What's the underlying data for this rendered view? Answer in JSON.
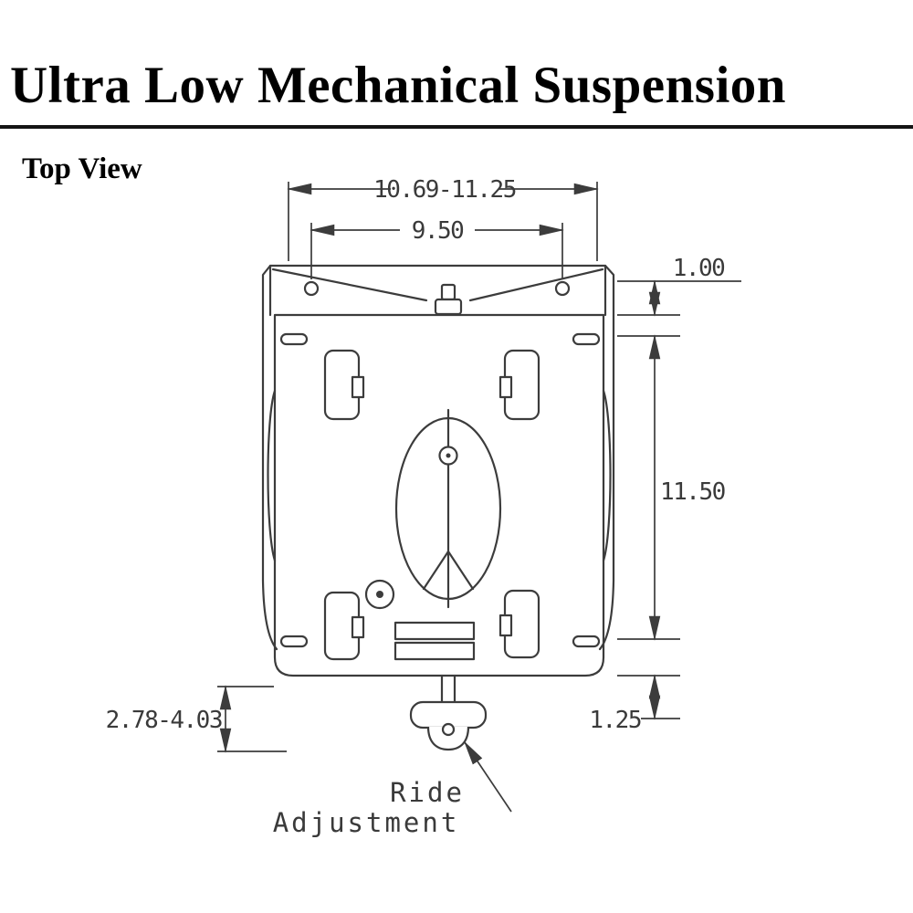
{
  "title": "Ultra Low Mechanical Suspension",
  "view_label": "Top View",
  "dimensions": {
    "mount_width_range": "10.69-11.25",
    "hole_spacing": "9.50",
    "top_flange": "1.00",
    "frame_length": "11.50",
    "bottom_flange": "1.25",
    "ride_height_range": "2.78-4.03"
  },
  "callout": {
    "line1": "Ride",
    "line2": "Adjustment"
  },
  "colors": {
    "line": "#3c3c3c",
    "dimension_text": "#3a3a3a",
    "title": "#000000",
    "background": "#ffffff"
  }
}
